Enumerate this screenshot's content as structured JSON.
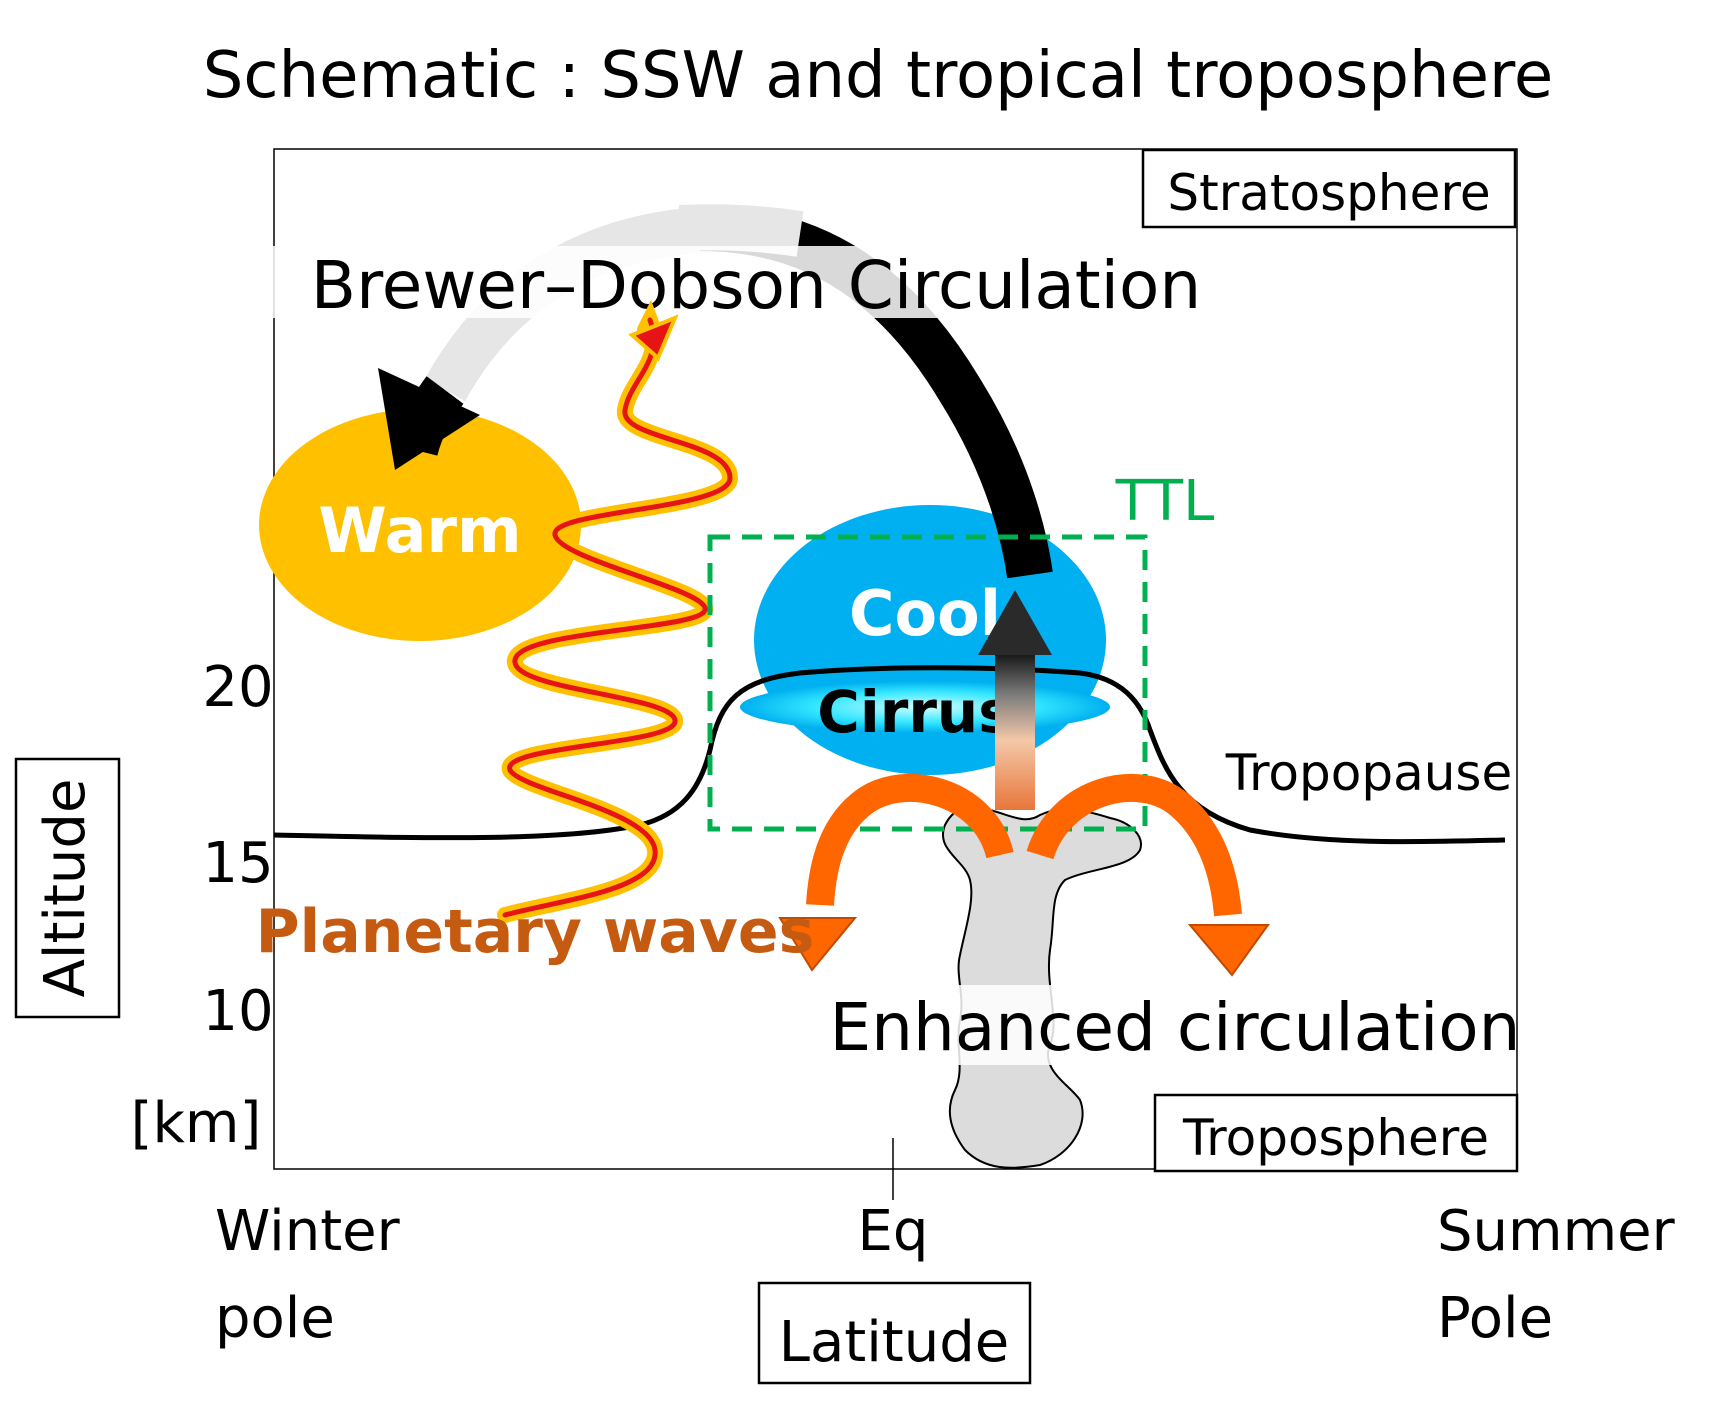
{
  "title": "Schematic : SSW and tropical troposphere",
  "labels": {
    "stratosphere": "Stratosphere",
    "troposphere": "Troposphere",
    "brewer_dobson": "Brewer–Dobson Circulation",
    "ttl": "TTL",
    "warm": "Warm",
    "cool": "Cool",
    "cirrus": "Cirrus",
    "tropopause": "Tropopause",
    "planetary_waves": "Planetary waves",
    "enhanced_circulation": "Enhanced circulation"
  },
  "y_axis": {
    "label": "Altitude",
    "ticks": [
      "20",
      "15",
      "10"
    ],
    "unit": "[km]"
  },
  "x_axis": {
    "label": "Latitude",
    "winter_pole_line1": "Winter",
    "winter_pole_line2": "pole",
    "equator": "Eq",
    "summer_pole_line1": "Summer",
    "summer_pole_line2": "Pole"
  },
  "colors": {
    "warm": "#FFC000",
    "cool": "#00B0F0",
    "cirrus": "#33E6FF",
    "ttl": "#00B050",
    "wave_red": "#E61414",
    "wave_text": "#C55A11",
    "arrow_orange": "#FF6600",
    "bd_arrow": "#000000"
  }
}
